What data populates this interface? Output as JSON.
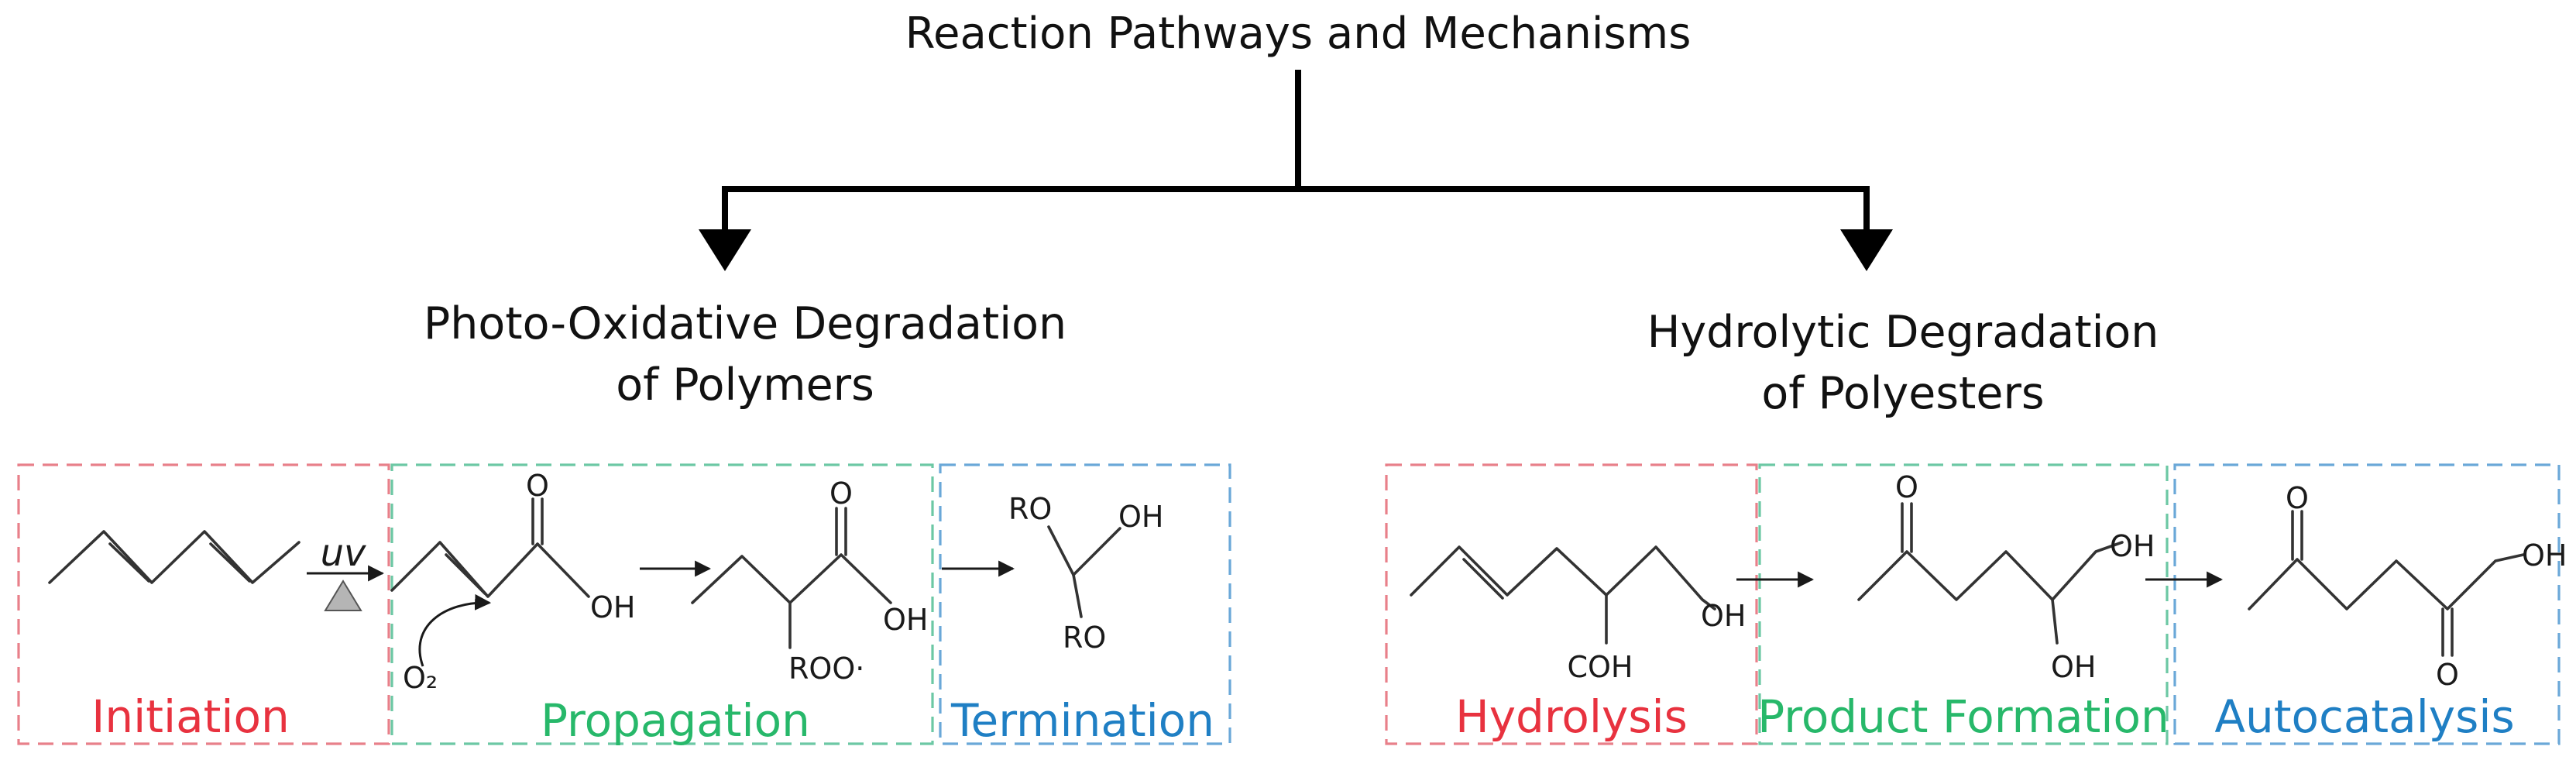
{
  "diagram": {
    "title": "Reaction Pathways and Mechanisms",
    "colors": {
      "initiation": "#e8323f",
      "propagation": "#27b86a",
      "termination": "#1f7fc4",
      "box_red": "#e8808a",
      "box_green": "#6cc8a4",
      "box_blue": "#6aa8d8"
    },
    "branches": [
      {
        "heading_line1": "Photo-Oxidative Degradation",
        "heading_line2": "of Polymers",
        "stages": [
          {
            "label": "Initiation",
            "color": "red"
          },
          {
            "label": "Propagation",
            "color": "green"
          },
          {
            "label": "Termination",
            "color": "blue"
          }
        ],
        "reagents": {
          "uv": "uv",
          "heat_icon": "triangle-heat-icon",
          "oxygen": "O₂"
        },
        "atoms": {
          "acid_O": "O",
          "acid_OH": "OH",
          "peroxy_O": "O",
          "peroxy_OH": "OH",
          "peroxy_ROO": "ROO·",
          "term_RO_top": "RO",
          "term_OH": "OH",
          "term_RO_bottom": "RO"
        }
      },
      {
        "heading_line1": "Hydrolytic Degradation",
        "heading_line2": "of Polyesters",
        "stages": [
          {
            "label": "Hydrolysis",
            "color": "red"
          },
          {
            "label": "Product Formation",
            "color": "green"
          },
          {
            "label": "Autocatalysis",
            "color": "blue"
          }
        ],
        "atoms": {
          "hyd_OH": "OH",
          "hyd_COH": "COH",
          "prod_O": "O",
          "prod_OH_top": "OH",
          "prod_OH_bottom": "OH",
          "auto_O_top": "O",
          "auto_OH": "OH",
          "auto_O_bottom": "O"
        }
      }
    ]
  }
}
